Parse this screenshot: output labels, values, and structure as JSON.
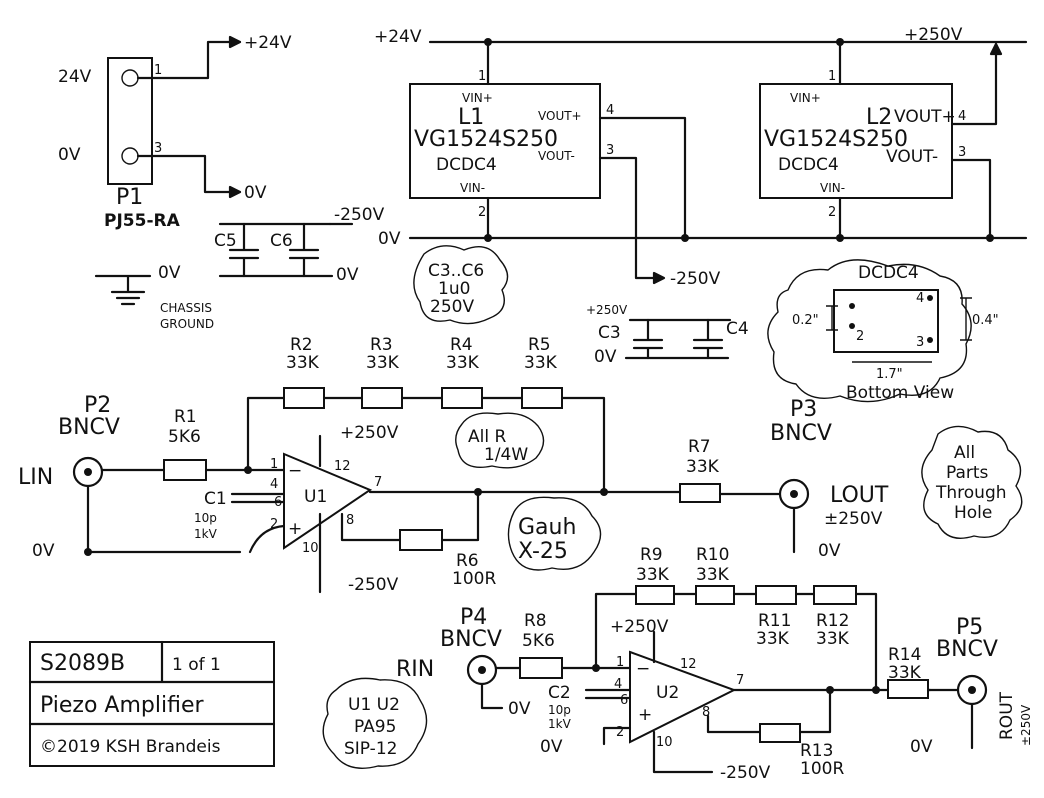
{
  "labels": {
    "p1": "P1",
    "p1_type": "PJ55-RA",
    "in_24v": "24V",
    "in_0v": "0V",
    "pin_1": "1",
    "pin_2": "2",
    "pin_3": "3",
    "pin_4": "4",
    "pin_6": "6",
    "pin_7": "7",
    "pin_8": "8",
    "pin_10": "10",
    "pin_12": "12",
    "pos_24v": "+24V",
    "zero_v": "0V",
    "ground_0v": "0V",
    "chassis_ground": "CHASSIS\nGROUND",
    "neg_250v": "-250V",
    "pos_250v": "+250V",
    "c5": "C5",
    "c6": "C6",
    "c3": "C3",
    "c4": "C4",
    "l1": "L1",
    "l2": "L2",
    "dcdc_part": "VG1524S250",
    "dcdc4": "DCDC4",
    "vin_plus": "VIN+",
    "vin_minus": "VIN-",
    "vout_plus": "VOUT+",
    "vout_minus": "VOUT-",
    "caps_note": "C3..C6\n1u0\n250V",
    "footprint_title": "DCDC4",
    "dim_02": "0.2\"",
    "dim_04": "0.4\"",
    "dim_17": "1.7\"",
    "bottom_view": "Bottom View",
    "all_parts": "All\nParts\nThrough\nHole",
    "all_r": "All R\n1/4W",
    "gauh": "Gauh\nX-25",
    "ic_note": "U1 U2\nPA95\nSIP-12",
    "r2": "R2",
    "r3": "R3",
    "r4": "R4",
    "r5": "R5",
    "r9": "R9",
    "r10": "R10",
    "r11": "R11",
    "r12": "R12",
    "r33k": "33K",
    "r1": "R1",
    "r1_val": "5K6",
    "r8": "R8",
    "r8_val": "5K6",
    "r6": "R6",
    "r6_val": "100R",
    "r13": "R13",
    "r13_val": "100R",
    "r7": "R7",
    "r7_val": "33K",
    "r14": "R14",
    "r14_val": "33K",
    "p2": "P2",
    "p3": "P3",
    "p4": "P4",
    "p5": "P5",
    "bncv": "BNCV",
    "lin": "LIN",
    "rin": "RIN",
    "lout": "LOUT",
    "lout_range": "±250V",
    "rout": "ROUT",
    "rout_range": "±250V",
    "u1": "U1",
    "u2": "U2",
    "c1": "C1",
    "c1_val": "10p",
    "c1_volt": "1kV",
    "c2": "C2",
    "c2_val": "10p",
    "c2_volt": "1kV",
    "minus": "−",
    "plus": "+"
  },
  "title_block": {
    "doc_number": "S2089B",
    "sheet": "1 of 1",
    "title": "Piezo Amplifier",
    "copyright": "©2019 KSH Brandeis"
  }
}
